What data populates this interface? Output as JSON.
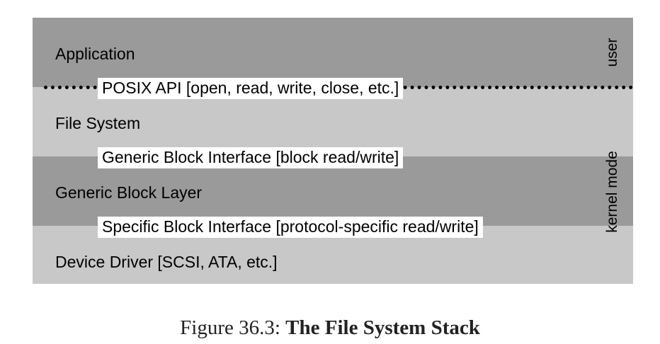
{
  "layers": {
    "application": "Application",
    "file_system": "File System",
    "generic_block_layer": "Generic Block Layer",
    "device_driver": "Device Driver [SCSI, ATA, etc.]"
  },
  "interfaces": {
    "posix_api": "POSIX API [open, read, write, close, etc.]",
    "generic_block_interface": "Generic Block Interface [block read/write]",
    "specific_block_interface": "Specific Block Interface [protocol-specific read/write]"
  },
  "side_labels": {
    "user": "user",
    "kernel_mode": "kernel mode"
  },
  "caption": {
    "prefix": "Figure 36.3:",
    "title": "The File System Stack"
  },
  "colors": {
    "dark_band": "#9a9a9a",
    "light_band": "#c8c8c8"
  }
}
